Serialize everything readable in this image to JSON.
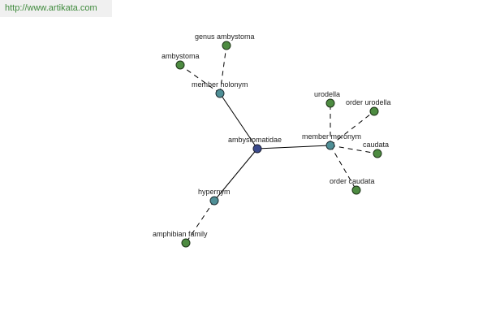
{
  "header": {
    "url": "http://www.artikata.com"
  },
  "graph": {
    "colors": {
      "center": "#3b4a8c",
      "relation": "#4f8f96",
      "leaf": "#4d8b41"
    },
    "nodes": {
      "center": "ambystomatidae",
      "member_holonym": "member holonym",
      "genus_ambystoma": "genus ambystoma",
      "ambystoma": "ambystoma",
      "member_meronym": "member meronym",
      "urodella": "urodella",
      "order_urodella": "order urodella",
      "caudata": "caudata",
      "order_caudata": "order caudata",
      "hypernym": "hypernym",
      "amphibian_family": "amphibian family"
    }
  }
}
